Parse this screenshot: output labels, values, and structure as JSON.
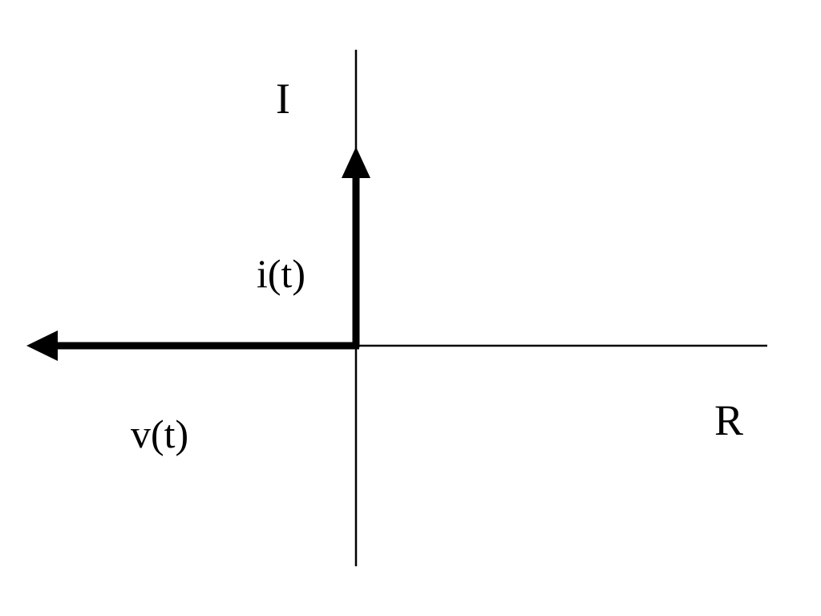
{
  "diagram": {
    "axes": {
      "vertical_label": "I",
      "horizontal_label": "R"
    },
    "vectors": {
      "current": {
        "label": "i(t)",
        "direction": "up"
      },
      "voltage": {
        "label": "v(t)",
        "direction": "left"
      }
    },
    "colors": {
      "ink": "#000000",
      "background": "#ffffff"
    }
  }
}
